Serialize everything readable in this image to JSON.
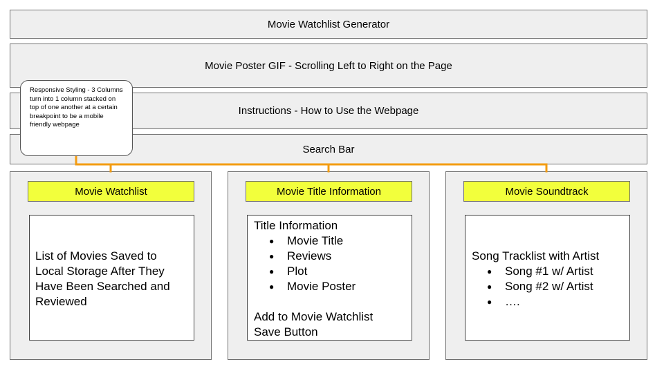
{
  "header": {
    "title": "Movie Watchlist Generator"
  },
  "banner": {
    "text": "Movie Poster GIF - Scrolling Left to Right on the Page"
  },
  "instructions": {
    "text": "Instructions - How to Use the Webpage"
  },
  "search": {
    "text": "Search Bar"
  },
  "note": {
    "text": "Responsive Styling - 3 Columns turn into 1 column stacked on top of one another at a certain breakpoint to be a mobile friendly webpage"
  },
  "columns": {
    "watchlist": {
      "header": "Movie Watchlist",
      "body": "List of Movies Saved to Local Storage After They Have Been Searched and Reviewed"
    },
    "title_info": {
      "header": "Movie Title Information",
      "heading": "Title Information",
      "items": [
        "Movie Title",
        "Reviews",
        "Plot",
        "Movie Poster"
      ],
      "footer_line1": "Add to Movie Watchlist",
      "footer_line2": "Save Button"
    },
    "soundtrack": {
      "header": "Movie Soundtrack",
      "heading": "Song Tracklist with Artist",
      "items": [
        "Song #1 w/ Artist",
        "Song #2 w/ Artist",
        "…."
      ]
    }
  },
  "colors": {
    "connector": "#f39c12",
    "column_header": "#f2ff3c",
    "panel": "#efefef"
  }
}
